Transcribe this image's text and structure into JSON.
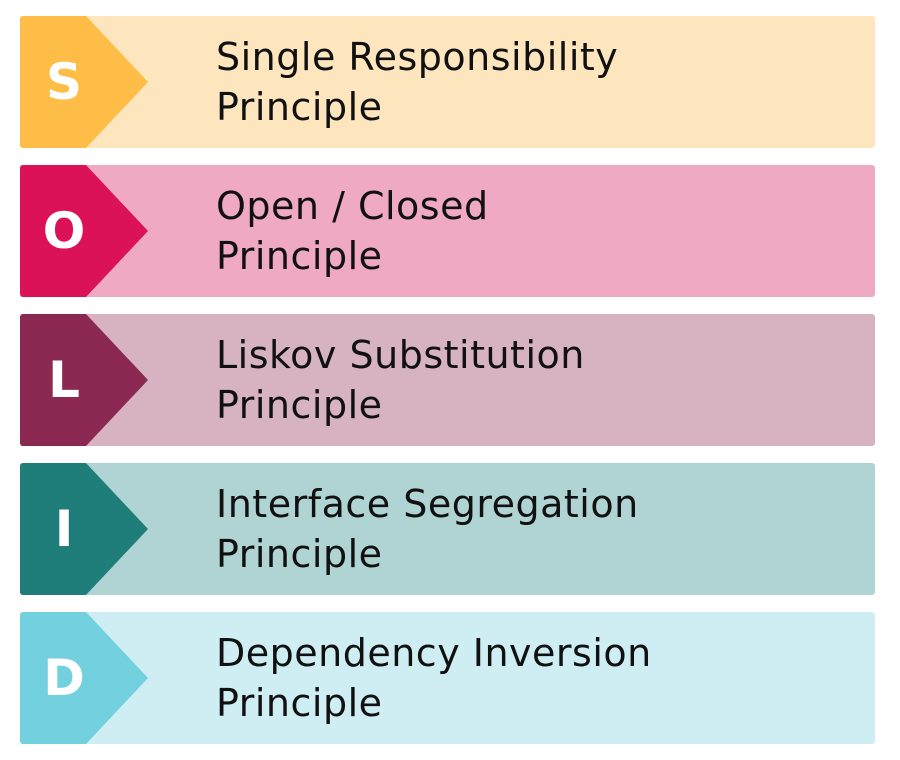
{
  "principles": [
    {
      "letter": "S",
      "line1": "Single Responsibility",
      "line2": "Principle",
      "accent": "#fdbd46",
      "background": "#fde5be"
    },
    {
      "letter": "O",
      "line1": "Open / Closed",
      "line2": "Principle",
      "accent": "#dc1259",
      "background": "#f0a9c3"
    },
    {
      "letter": "L",
      "line1": "Liskov Substitution",
      "line2": "Principle",
      "accent": "#8b2952",
      "background": "#d7b3c1"
    },
    {
      "letter": "I",
      "line1": "Interface Segregation",
      "line2": "Principle",
      "accent": "#1f7e79",
      "background": "#b0d3d3"
    },
    {
      "letter": "D",
      "line1": "Dependency Inversion",
      "line2": "Principle",
      "accent": "#72d0df",
      "background": "#ceeef4"
    }
  ]
}
